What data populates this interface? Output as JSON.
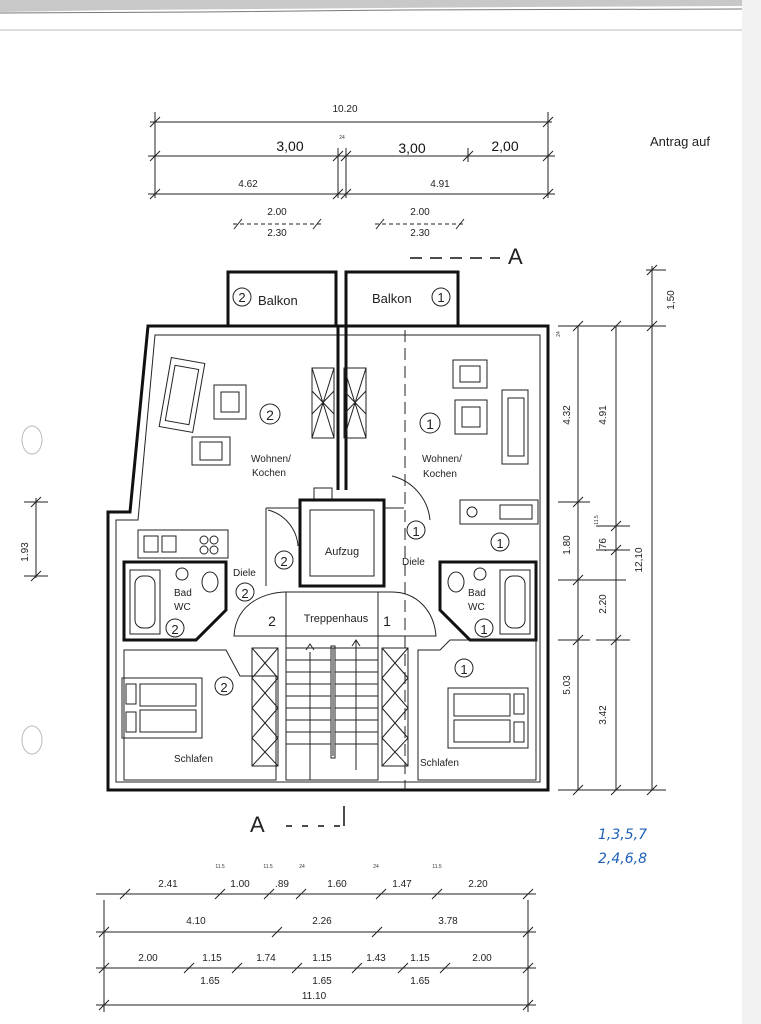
{
  "header": {
    "antrag": "Antrag auf"
  },
  "top_dims": {
    "total": "10.20",
    "seg1": "3,00",
    "seg2": "3,00",
    "seg3": "2,00",
    "inner1": "4.62",
    "inner2": "4.91",
    "w1a": "2.00",
    "w1b": "2.30",
    "w2a": "2.00",
    "w2b": "2.30",
    "thick": "24"
  },
  "section": {
    "top": "A",
    "bottom": "A"
  },
  "balconies": {
    "left": {
      "num": "2",
      "label": "Balkon"
    },
    "right": {
      "num": "1",
      "label": "Balkon"
    }
  },
  "rooms": {
    "wohnen_left": {
      "num": "2",
      "label1": "Wohnen/",
      "label2": "Kochen"
    },
    "wohnen_right": {
      "num": "1",
      "label1": "Wohnen/",
      "label2": "Kochen"
    },
    "aufzug": "Aufzug",
    "diele_left": {
      "label": "Diele",
      "num": "2"
    },
    "diele_right": {
      "label": "Diele",
      "num": "1"
    },
    "bad_left": {
      "label1": "Bad",
      "label2": "WC",
      "num": "2"
    },
    "bad_right": {
      "label1": "Bad",
      "label2": "WC",
      "num": "1"
    },
    "treppenhaus": {
      "label": "Treppenhaus",
      "left": "2",
      "right": "1"
    },
    "schlafen_left": {
      "label": "Schlafen",
      "num": "2"
    },
    "schlafen_right": {
      "label": "Schlafen",
      "num": "1"
    },
    "misc_left": "2",
    "misc_right": "1"
  },
  "right_dims": {
    "balkon": "1,50",
    "a1": "4.32",
    "a2": "4.91",
    "a3": "1.80",
    "a4": ".76",
    "a5": "2.20",
    "a6": "5.03",
    "a7": "3.42",
    "total": "12,10",
    "t1": "24",
    "t2": "11.5"
  },
  "left_dim": "1.93",
  "handwritten": {
    "line1": "1,3,5,7",
    "line2": "2,4,6,8"
  },
  "bottom_dims": {
    "row1": [
      "2.41",
      "1.00",
      ".89",
      "1.60",
      "1.47",
      "2.20"
    ],
    "row1_small": [
      "11.5",
      "11.5",
      "24",
      "24",
      "11.5"
    ],
    "row2": [
      "4.10",
      "2.26",
      "3.78"
    ],
    "row3": [
      "2.00",
      "1.15",
      "1.74",
      "1.15",
      "1.43",
      "1.15",
      "2.00"
    ],
    "row4": [
      "1.65",
      "1.65",
      "1.65"
    ],
    "total": "11.10"
  }
}
